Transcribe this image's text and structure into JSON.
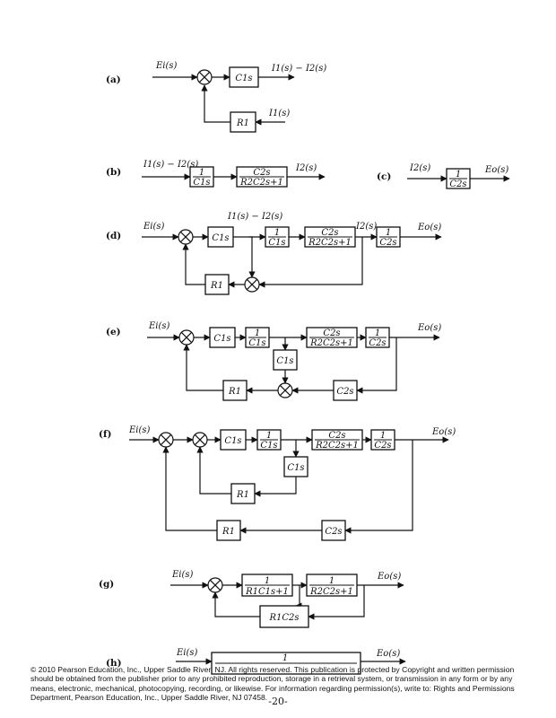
{
  "diagram": {
    "part_labels": {
      "a": "(a)",
      "b": "(b)",
      "c": "(c)",
      "d": "(d)",
      "e": "(e)",
      "f": "(f)",
      "g": "(g)",
      "h": "(h)"
    },
    "a": {
      "input": "Ei(s)",
      "block": "C1s",
      "output": "I1(s) − I2(s)",
      "feedback_block": "R1",
      "feedback_input": "I1(s)"
    },
    "b": {
      "input": "I1(s) − I2(s)",
      "block1_num": "1",
      "block1_den": "C1s",
      "block2_num": "C2s",
      "block2_den": "R2C2s+1",
      "output": "I2(s)"
    },
    "c": {
      "input": "I2(s)",
      "block_num": "1",
      "block_den": "C2s",
      "output": "Eo(s)"
    },
    "d": {
      "input": "Ei(s)",
      "block1": "C1s",
      "mid_label": "I1(s) − I2(s)",
      "block2_num": "1",
      "block2_den": "C1s",
      "block3_num": "C2s",
      "block3_den": "R2C2s+1",
      "branch_label": "I2(s)",
      "block4_num": "1",
      "block4_den": "C2s",
      "output": "Eo(s)",
      "feedback_block": "R1"
    },
    "e": {
      "input": "Ei(s)",
      "block1": "C1s",
      "block2_num": "1",
      "block2_den": "C1s",
      "block3_num": "C2s",
      "block3_den": "R2C2s+1",
      "block4_num": "1",
      "block4_den": "C2s",
      "output": "Eo(s)",
      "middle_block": "C1s",
      "feedback_block1": "R1",
      "feedback_block2": "C2s"
    },
    "f": {
      "input": "Ei(s)",
      "block1": "C1s",
      "block2_num": "1",
      "block2_den": "C1s",
      "block3_num": "C2s",
      "block3_den": "R2C2s+1",
      "block4_num": "1",
      "block4_den": "C2s",
      "output": "Eo(s)",
      "middle_block": "C1s",
      "inner_feedback": "R1",
      "outer_feedback1": "R1",
      "outer_feedback2": "C2s"
    },
    "g": {
      "input": "Ei(s)",
      "block1_num": "1",
      "block1_den": "R1C1s+1",
      "block2_num": "1",
      "block2_den": "R2C2s+1",
      "output": "Eo(s)",
      "feedback_block": "R1C2s"
    },
    "h": {
      "input": "Ei(s)",
      "block_num": "1",
      "output": "Eo(s)"
    }
  },
  "footer": {
    "copyright": "© 2010 Pearson Education, Inc., Upper Saddle River, NJ. All rights reserved. This publication is protected by Copyright and written permission should be obtained from the publisher prior to any prohibited reproduction, storage in a retrieval system, or transmission in any form or by any means, electronic, mechanical, photocopying, recording, or likewise. For information regarding permission(s), write to: Rights and Permissions Department, Pearson Education, Inc., Upper Saddle River, NJ 07458.",
    "page_number": "-20-"
  }
}
